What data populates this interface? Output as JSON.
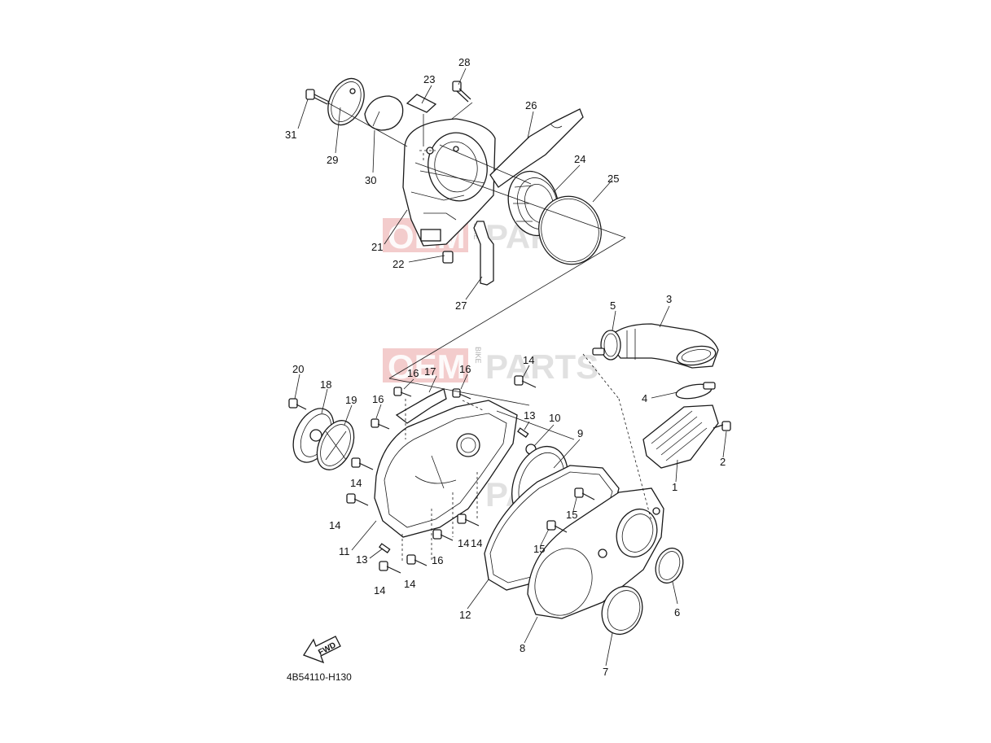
{
  "diagram_code": "4B54110-H130",
  "fwd_label": "FWD",
  "watermark": {
    "left": "OEM",
    "middle": "BIKE",
    "right": "PARTS"
  },
  "callouts": [
    "1",
    "2",
    "3",
    "4",
    "5",
    "6",
    "7",
    "8",
    "9",
    "10",
    "11",
    "12",
    "13",
    "13",
    "14",
    "14",
    "14",
    "14",
    "14",
    "14",
    "14",
    "15",
    "15",
    "16",
    "16",
    "16",
    "16",
    "17",
    "18",
    "19",
    "20",
    "21",
    "22",
    "23",
    "24",
    "25",
    "26",
    "27",
    "28",
    "29",
    "30",
    "31"
  ]
}
